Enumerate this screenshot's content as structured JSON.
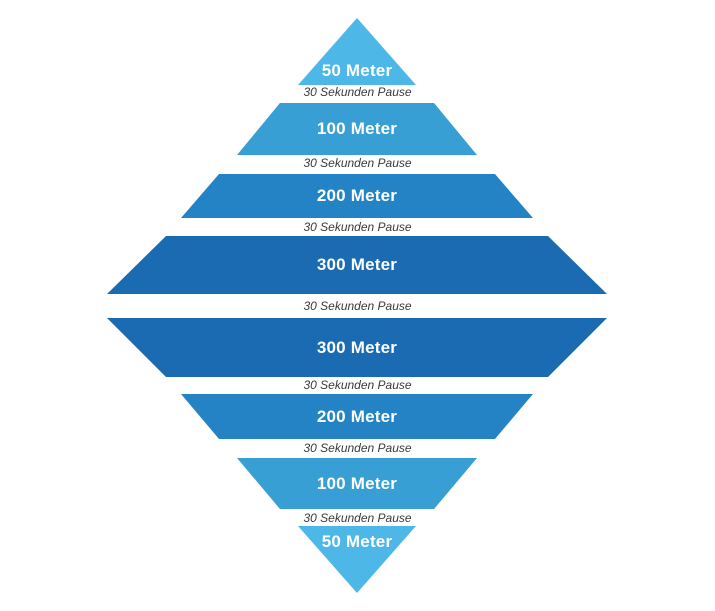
{
  "diagram": {
    "type": "interval-pyramid",
    "background": "#ffffff",
    "label_text_color": "#ffffff",
    "pause_label": "30 Sekunden Pause",
    "pause_text_color": "#3a3a3a",
    "colors": {
      "level_50m": "#4db7e8",
      "level_100m": "#389fd4",
      "level_200m": "#2383c4",
      "level_300m": "#1a6bb2"
    },
    "segments": [
      {
        "label": "50 Meter",
        "color": "#4db7e8"
      },
      {
        "label": "100 Meter",
        "color": "#389fd4"
      },
      {
        "label": "200 Meter",
        "color": "#2383c4"
      },
      {
        "label": "300 Meter",
        "color": "#1a6bb2"
      },
      {
        "label": "300 Meter",
        "color": "#1a6bb2"
      },
      {
        "label": "200 Meter",
        "color": "#2383c4"
      },
      {
        "label": "100 Meter",
        "color": "#389fd4"
      },
      {
        "label": "50 Meter",
        "color": "#4db7e8"
      }
    ]
  }
}
